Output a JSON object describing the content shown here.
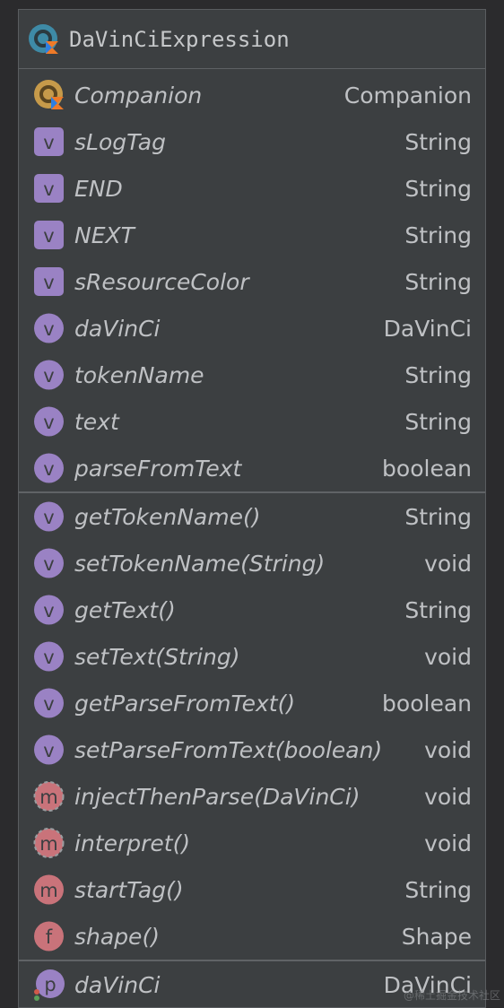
{
  "class": {
    "name": "DaVinCiExpression",
    "icon": "kotlin-class-icon"
  },
  "fields": [
    {
      "name": "Companion",
      "type": "Companion",
      "icon": "kotlin-object-icon"
    },
    {
      "name": "sLogTag",
      "type": "String",
      "icon": "static-variable-icon"
    },
    {
      "name": "END",
      "type": "String",
      "icon": "static-variable-icon"
    },
    {
      "name": "NEXT",
      "type": "String",
      "icon": "static-variable-icon"
    },
    {
      "name": "sResourceColor",
      "type": "String",
      "icon": "static-variable-icon"
    },
    {
      "name": "daVinCi",
      "type": "DaVinCi",
      "icon": "variable-icon"
    },
    {
      "name": "tokenName",
      "type": "String",
      "icon": "variable-icon"
    },
    {
      "name": "text",
      "type": "String",
      "icon": "variable-icon"
    },
    {
      "name": "parseFromText",
      "type": "boolean",
      "icon": "variable-icon"
    }
  ],
  "methods": [
    {
      "name": "getTokenName()",
      "type": "String",
      "icon": "variable-icon"
    },
    {
      "name": "setTokenName(String)",
      "type": "void",
      "icon": "variable-icon"
    },
    {
      "name": "getText()",
      "type": "String",
      "icon": "variable-icon"
    },
    {
      "name": "setText(String)",
      "type": "void",
      "icon": "variable-icon"
    },
    {
      "name": "getParseFromText()",
      "type": "boolean",
      "icon": "variable-icon"
    },
    {
      "name": "setParseFromText(boolean)",
      "type": "void",
      "icon": "variable-icon"
    },
    {
      "name": "injectThenParse(DaVinCi)",
      "type": "void",
      "icon": "abstract-method-icon"
    },
    {
      "name": "interpret()",
      "type": "void",
      "icon": "abstract-method-icon"
    },
    {
      "name": "startTag()",
      "type": "String",
      "icon": "method-icon"
    },
    {
      "name": "shape()",
      "type": "Shape",
      "icon": "function-icon"
    }
  ],
  "properties": [
    {
      "name": "daVinCi",
      "type": "DaVinCi",
      "icon": "property-icon"
    }
  ],
  "watermark": "@稀土掘金技术社区",
  "colors": {
    "panel": "#3c3f41",
    "variable": "#9a82c4",
    "method": "#c9737a",
    "class": "#3e8aa6",
    "object": "#c69a4a",
    "kotlin_orange": "#ee7a28",
    "kotlin_blue": "#2f7fe0"
  }
}
